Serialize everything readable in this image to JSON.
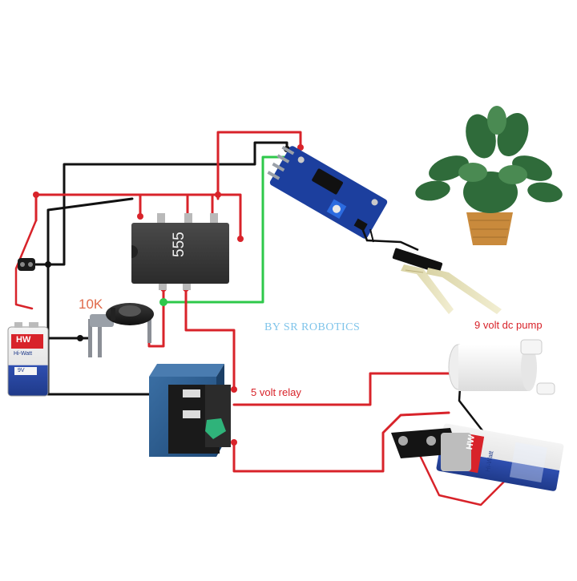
{
  "labels": {
    "ic": "555",
    "potentiometer": "10K",
    "watermark": "BY SR ROBOTICS",
    "pump": "9 volt dc pump",
    "relay": "5 volt relay"
  },
  "battery_left": {
    "brand": "HW",
    "text": "Hi-Watt",
    "volt": "9V"
  },
  "battery_right": {
    "brand": "HW",
    "text": "Hi-Watt"
  },
  "colors": {
    "wire_red": "#d8232a",
    "wire_black": "#111111",
    "wire_green": "#2ec84a",
    "ic_body": "#3a3a3a",
    "sensor_board": "#1c3f9e",
    "relay_body": "#2a5a8c",
    "pot_color": "#e06a4a",
    "watermark": "#7fc4ea"
  }
}
